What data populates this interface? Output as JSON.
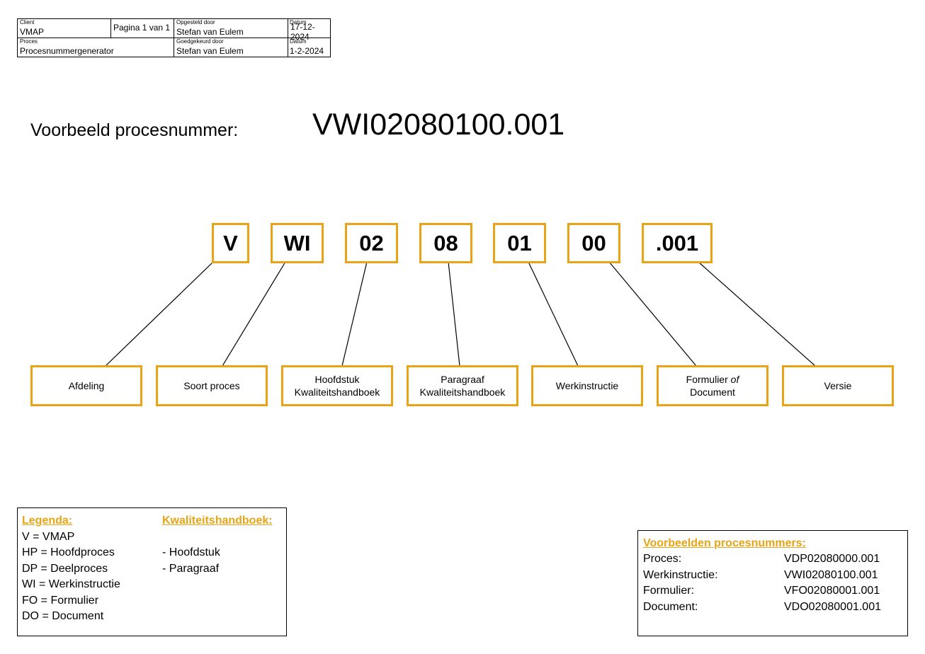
{
  "header": {
    "client_label": "Client",
    "client_value": "VMAP",
    "page_text": "Pagina 1 van 1",
    "created_by_label": "Opgesteld door",
    "created_by_value": "Stefan van Eulem",
    "created_date_label": "Datum",
    "created_date_value": "17-12-2024",
    "process_label": "Proces",
    "process_value": "Procesnummergenerator",
    "approved_by_label": "Goedgekeurd door",
    "approved_by_value": "Stefan van Eulem",
    "approved_date_label": "Datum",
    "approved_date_value": "1-2-2024"
  },
  "example": {
    "label": "Voorbeeld procesnummer:",
    "number": "VWI02080100.001"
  },
  "segments": [
    {
      "code": "V",
      "description_line1": "Afdeling",
      "description_line2": ""
    },
    {
      "code": "WI",
      "description_line1": "Soort proces",
      "description_line2": ""
    },
    {
      "code": "02",
      "description_line1": "Hoofdstuk",
      "description_line2": "Kwaliteitshandboek"
    },
    {
      "code": "08",
      "description_line1": "Paragraaf",
      "description_line2": "Kwaliteitshandboek"
    },
    {
      "code": "01",
      "description_line1": "Werkinstructie",
      "description_line2": ""
    },
    {
      "code": "00",
      "description_line1": "Formulier",
      "description_line1_italic": "of",
      "description_line2": "Document"
    },
    {
      "code": ".001",
      "description_line1": "Versie",
      "description_line2": ""
    }
  ],
  "legend": {
    "heading": "Legenda:",
    "items": [
      "V  = VMAP",
      "HP = Hoofdproces",
      "DP = Deelproces",
      "WI = Werkinstructie",
      "FO = Formulier",
      "DO = Document"
    ],
    "kwaliteit_heading": "Kwaliteitshandboek:",
    "kwaliteit_items": [
      "- Hoofdstuk",
      "- Paragraaf"
    ]
  },
  "examples": {
    "heading": "Voorbeelden procesnummers:",
    "rows": [
      {
        "type": "Proces:",
        "code": "VDP02080000.001"
      },
      {
        "type": "Werkinstructie:",
        "code": "VWI02080100.001"
      },
      {
        "type": "Formulier:",
        "code": "VFO02080001.001"
      },
      {
        "type": "Document:",
        "code": "VDO02080001.001"
      }
    ]
  },
  "colors": {
    "accent": "#E8A317",
    "line": "#000000"
  }
}
